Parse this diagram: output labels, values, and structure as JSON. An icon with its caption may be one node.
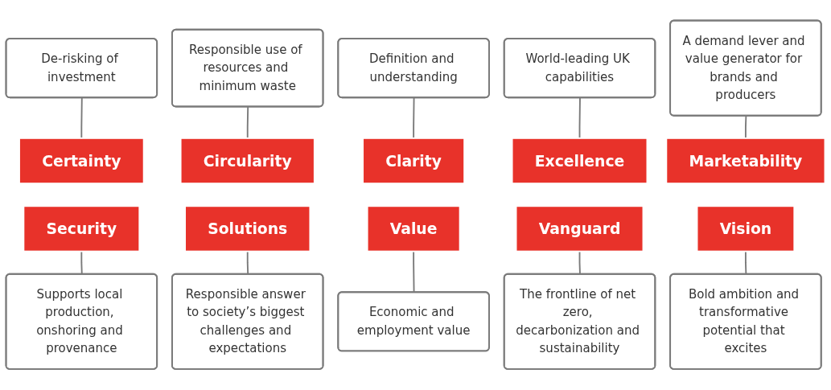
{
  "diagram": {
    "nodes": [
      {
        "text": [
          "De-risking of investment"
        ]
      },
      {
        "text": [
          "Responsible use of resources and minimum waste"
        ]
      },
      {
        "text": [
          "Definition and understanding"
        ]
      },
      {
        "text": [
          "World-leading UK capabilities"
        ]
      },
      {
        "text": [
          "A demand lever and value generator for brands and producers"
        ]
      },
      {
        "text": [
          "Certainty"
        ]
      },
      {
        "text": [
          "Circularity"
        ]
      },
      {
        "text": [
          "Clarity"
        ]
      },
      {
        "text": [
          "Excellence"
        ]
      },
      {
        "text": [
          "Marketability"
        ]
      },
      {
        "text": [
          "Security"
        ]
      },
      {
        "text": [
          "Solutions"
        ]
      },
      {
        "text": [
          "Value"
        ]
      },
      {
        "text": [
          "Vanguard"
        ]
      },
      {
        "text": [
          "Vision"
        ]
      },
      {
        "text": [
          "Supports local production, onshoring and provenance"
        ]
      },
      {
        "text": [
          "Responsible answer to society’s biggest challenges and expectations"
        ]
      },
      {
        "text": [
          "Economic and employment value"
        ]
      },
      {
        "text": [
          "The frontline of net zero, decarbonization and sustainability"
        ]
      },
      {
        "text": [
          "Bold ambition and transformative potential that excites"
        ]
      }
    ],
    "edges": [
      {
        "from": 0,
        "to": 5,
        "arrow": "none"
      },
      {
        "from": 1,
        "to": 6,
        "arrow": "none"
      },
      {
        "from": 2,
        "to": 7,
        "arrow": "none"
      },
      {
        "from": 3,
        "to": 8,
        "arrow": "none"
      },
      {
        "from": 4,
        "to": 9,
        "arrow": "none"
      },
      {
        "from": 10,
        "to": 15,
        "arrow": "none"
      },
      {
        "from": 11,
        "to": 16,
        "arrow": "none"
      },
      {
        "from": 12,
        "to": 17,
        "arrow": "none"
      },
      {
        "from": 13,
        "to": 18,
        "arrow": "none"
      },
      {
        "from": 14,
        "to": 19,
        "arrow": "none"
      }
    ]
  }
}
